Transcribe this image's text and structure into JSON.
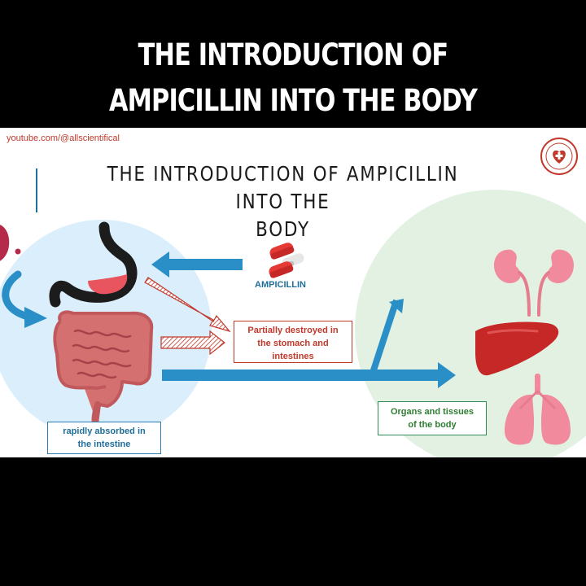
{
  "header": {
    "title_line1": "THE INTRODUCTION OF",
    "title_line2": "AMPICILLIN INTO THE BODY"
  },
  "slide": {
    "credit": "youtube.com/@allscientifical",
    "title_line1": "THE INTRODUCTION OF AMPICILLIN INTO THE",
    "title_line2": "BODY",
    "drug_label": "AMPICILLIN",
    "destroyed": [
      "Partially destroyed in",
      "the stomach and",
      "intestines"
    ],
    "absorbed": [
      "rapidly absorbed in",
      "the intestine"
    ],
    "organs": [
      "Organs and tissues",
      "of the body"
    ]
  },
  "colors": {
    "blue_arrow": "#2a8fc7",
    "red_arrow": "#c0392b",
    "left_circle": "#dbeefb",
    "right_circle": "#e3f1e3"
  },
  "icons": [
    "stomach-icon",
    "intestine-icon",
    "pill-icon",
    "kidney-icon",
    "liver-icon",
    "lungs-icon",
    "seal-logo-icon"
  ]
}
